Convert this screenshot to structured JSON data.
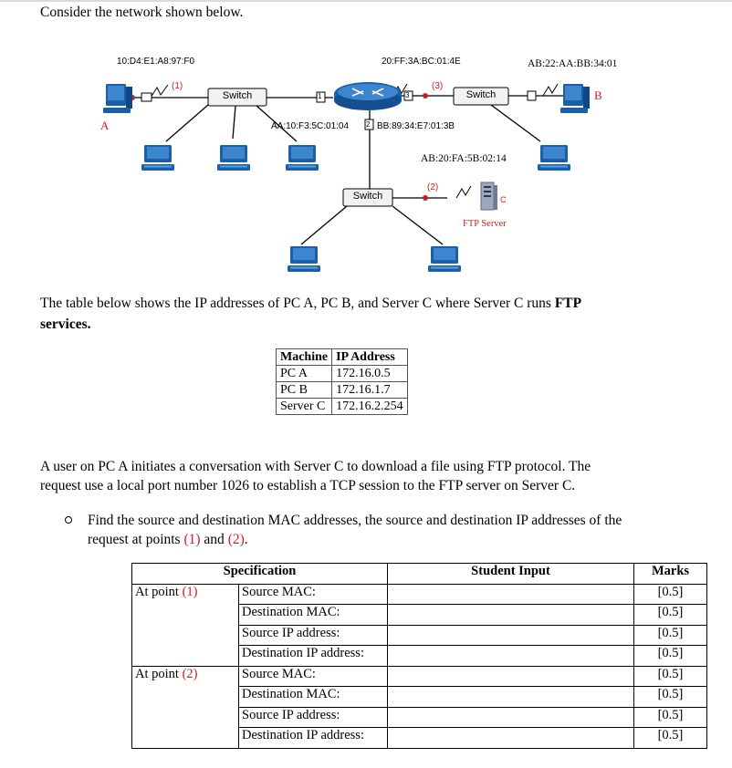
{
  "intro": "Consider the network shown below.",
  "diagram": {
    "mac_a": "10:D4:E1:A8:97:F0",
    "mac_router_top": "20:FF:3A:BC:01:4E",
    "mac_b": "AB:22:AA:BB:34:01",
    "mac_router_left": "AA:10:F3:5C:01:04",
    "mac_router_bottom": "BB:89:34:E7:01:3B",
    "mac_c": "AB:20:FA:5B:02:14",
    "switch_left": "Switch",
    "switch_right": "Switch",
    "switch_bottom": "Switch",
    "label_a": "A",
    "label_b": "B",
    "label_c": "C",
    "ftp_server": "FTP Server",
    "point1": "(1)",
    "point2": "(2)",
    "point3": "(3)",
    "port1": "1",
    "port2": "2",
    "port3": "3"
  },
  "table_intro_1": "The table below shows the IP addresses of PC A, PC B, and Server C where Server C runs",
  "table_intro_bold": "FTP",
  "table_intro_2": "services.",
  "ip_table": {
    "headers": [
      "Machine",
      "IP Address"
    ],
    "rows": [
      [
        "PC A",
        "172.16.0.5"
      ],
      [
        "PC B",
        "172.16.1.7"
      ],
      [
        "Server C",
        "172.16.2.254"
      ]
    ]
  },
  "scenario_line1": "A user on PC A initiates a conversation with Server C to download a file using FTP protocol. The",
  "scenario_line2": "request use a local port number 1026 to establish a TCP session to the FTP server on Server C.",
  "question_line1": "Find the source and destination MAC addresses, the source and destination IP addresses of the",
  "question_line2_a": "request at points",
  "question_line2_p1": "(1)",
  "question_line2_and": "and",
  "question_line2_p2": "(2)",
  "question_line2_end": ".",
  "spec_table": {
    "headers": [
      "Specification",
      "Student Input",
      "Marks"
    ],
    "point1_label": "At point",
    "point1_num": "(1)",
    "point2_label": "At point",
    "point2_num": "(2)",
    "fields": [
      "Source MAC:",
      "Destination MAC:",
      "Source IP address:",
      "Destination IP address:"
    ],
    "mark": "[0.5]"
  }
}
